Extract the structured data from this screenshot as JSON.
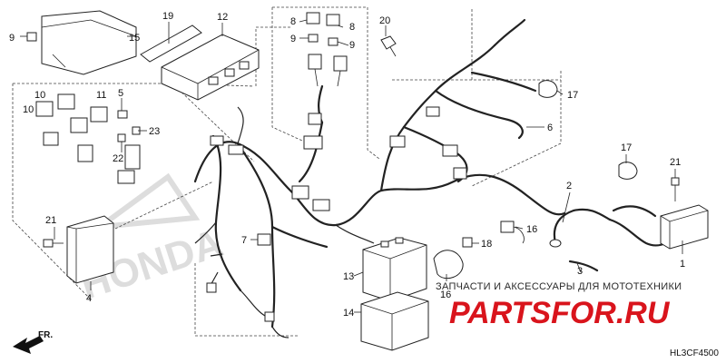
{
  "callouts": {
    "c1": "1",
    "c2": "2",
    "c3": "3",
    "c4": "4",
    "c5": "5",
    "c6": "6",
    "c7": "7",
    "c8a": "8",
    "c8b": "8",
    "c9a": "9",
    "c9b": "9",
    "c9c": "9",
    "c10a": "10",
    "c10b": "10",
    "c11": "11",
    "c12": "12",
    "c13": "13",
    "c14": "14",
    "c15": "15",
    "c16a": "16",
    "c16b": "16",
    "c17a": "17",
    "c17b": "17",
    "c18": "18",
    "c19": "19",
    "c20": "20",
    "c21a": "21",
    "c21b": "21",
    "c22": "22",
    "c23": "23"
  },
  "direction_label": "FR.",
  "diagram_code": "HL3CF4500",
  "watermark": {
    "caption": "ЗАПЧАСТИ И АКСЕССУАРЫ ДЛЯ МОТОТЕХНИКИ",
    "logo": "PARTSFOR.RU",
    "logo_color": "#d9141c"
  },
  "background_brand": "HONDA"
}
